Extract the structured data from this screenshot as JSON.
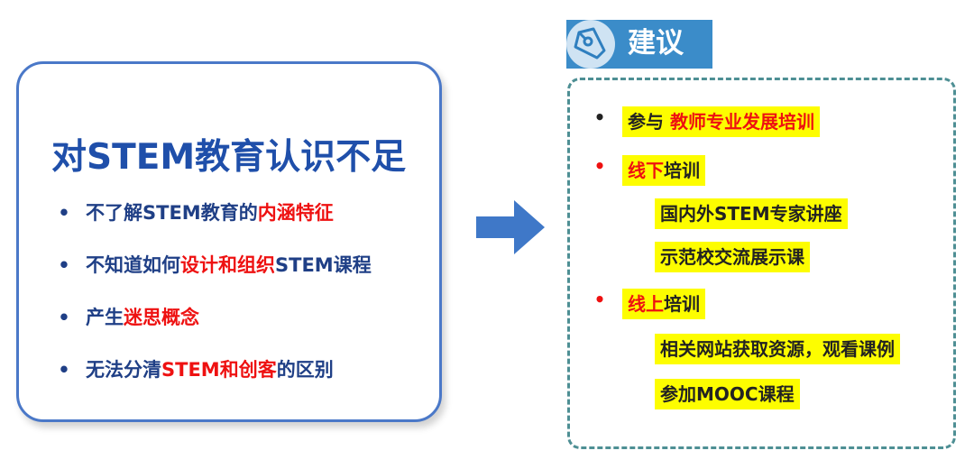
{
  "left_panel": {
    "title": "对STEM教育认识不足",
    "items": [
      {
        "bullet": "•",
        "parts": [
          {
            "text": "不了解STEM教育的",
            "red": false
          },
          {
            "text": "内涵特征",
            "red": true
          }
        ]
      },
      {
        "bullet": "•",
        "parts": [
          {
            "text": "不知道如何",
            "red": false
          },
          {
            "text": "设计和组织",
            "red": true
          },
          {
            "text": "STEM课程",
            "red": false
          }
        ]
      },
      {
        "bullet": "•",
        "parts": [
          {
            "text": "产生",
            "red": false
          },
          {
            "text": "迷思概念",
            "red": true
          }
        ]
      },
      {
        "bullet": "•",
        "parts": [
          {
            "text": "无法分清",
            "red": false
          },
          {
            "text": "STEM和创客",
            "red": true
          },
          {
            "text": "的区别",
            "red": false
          }
        ]
      }
    ]
  },
  "arrow_icon": "right-arrow",
  "suggestion": {
    "tab_label": "建议",
    "tab_icon": "pen-nib-icon",
    "items": {
      "participate_prefix": "参与 ",
      "participate_highlight": "教师专业发展培训",
      "offline_red": "线下",
      "offline_rest": "培训",
      "offline_sub1": "国内外STEM专家讲座",
      "offline_sub2": "示范校交流展示课",
      "online_red": "线上",
      "online_rest": "培训",
      "online_sub1": "相关网站获取资源，观看课例",
      "online_sub2": "参加MOOC课程"
    },
    "bullet": "•"
  },
  "colors": {
    "title_blue": "#1f4faa",
    "accent_red": "#ee1111",
    "highlight_yellow": "#fdfd00",
    "tab_blue": "#3b8cc9",
    "dashed_teal": "#4e8f94"
  }
}
